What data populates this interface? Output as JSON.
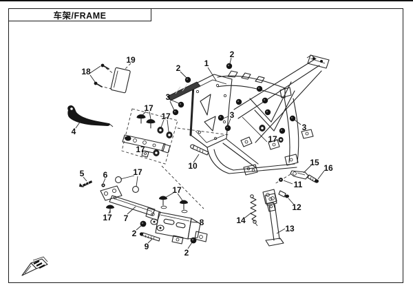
{
  "window": {
    "title": "车架/FRAME"
  },
  "diagram": {
    "description": "Exploded parts diagram of motorcycle frame with numbered callouts",
    "colors": {
      "line": "#1a1a1a",
      "background": "#ffffff"
    },
    "direction_icon": "3d-arrow-front-left",
    "callouts": [
      {
        "label": "1"
      },
      {
        "label": "2"
      },
      {
        "label": "2"
      },
      {
        "label": "3"
      },
      {
        "label": "3"
      },
      {
        "label": "3"
      },
      {
        "label": "4"
      },
      {
        "label": "5"
      },
      {
        "label": "6"
      },
      {
        "label": "7"
      },
      {
        "label": "8"
      },
      {
        "label": "9"
      },
      {
        "label": "10"
      },
      {
        "label": "11"
      },
      {
        "label": "12"
      },
      {
        "label": "13"
      },
      {
        "label": "14"
      },
      {
        "label": "15"
      },
      {
        "label": "16"
      },
      {
        "label": "17"
      },
      {
        "label": "17"
      },
      {
        "label": "17"
      },
      {
        "label": "17"
      },
      {
        "label": "17"
      },
      {
        "label": "17"
      },
      {
        "label": "17"
      },
      {
        "label": "18"
      },
      {
        "label": "19"
      },
      {
        "label": "2"
      },
      {
        "label": "2"
      }
    ]
  }
}
